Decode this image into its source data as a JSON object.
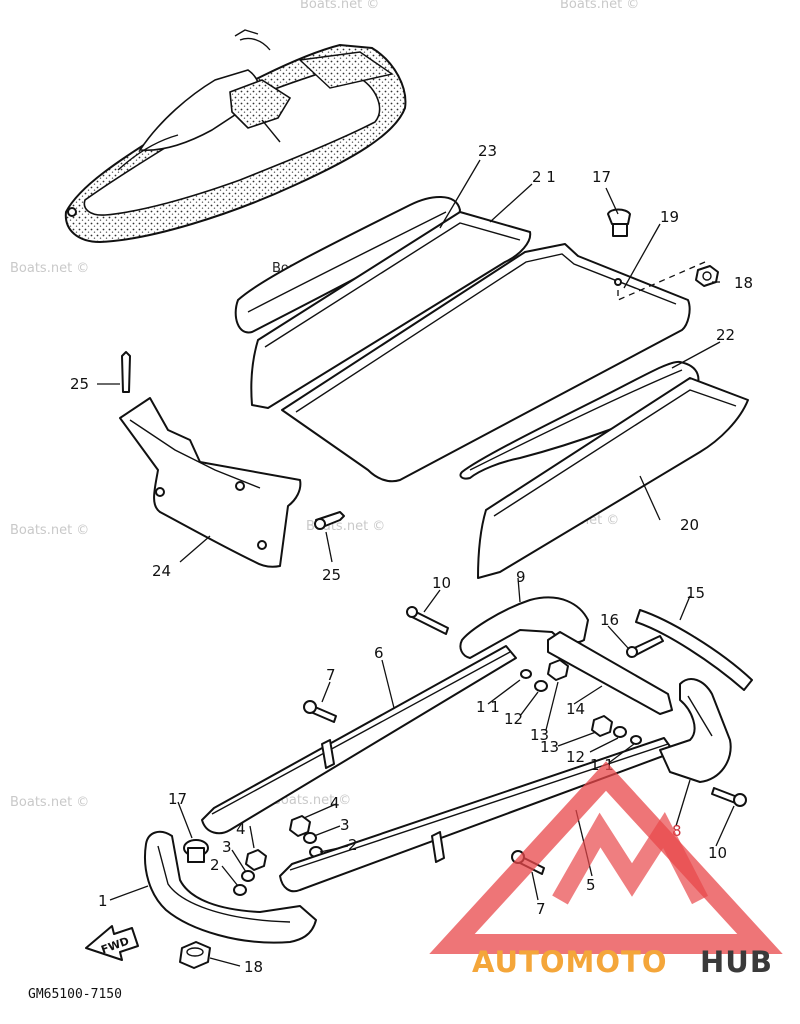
{
  "watermark": "Boats.net ©",
  "drawing_code": "GM65100-7150",
  "fwd_label": "FWD",
  "brand": {
    "part1": "AUTOMOTO",
    "part2": "HUB",
    "color1": "#f4a63a",
    "color2": "#3a3a3a",
    "logo_color": "#e8474a"
  },
  "callouts": [
    {
      "id": "c23",
      "text": "23"
    },
    {
      "id": "c21",
      "text": "2 1"
    },
    {
      "id": "c17a",
      "text": "17"
    },
    {
      "id": "c19",
      "text": "19"
    },
    {
      "id": "c18a",
      "text": "18"
    },
    {
      "id": "c22",
      "text": "22"
    },
    {
      "id": "c25a",
      "text": "25"
    },
    {
      "id": "c24",
      "text": "24"
    },
    {
      "id": "c25b",
      "text": "25"
    },
    {
      "id": "c20",
      "text": "20"
    },
    {
      "id": "c10a",
      "text": "10"
    },
    {
      "id": "c9",
      "text": "9"
    },
    {
      "id": "c15",
      "text": "15"
    },
    {
      "id": "c16",
      "text": "16"
    },
    {
      "id": "c6",
      "text": "6"
    },
    {
      "id": "c7a",
      "text": "7"
    },
    {
      "id": "c11a",
      "text": "1 1"
    },
    {
      "id": "c12a",
      "text": "12"
    },
    {
      "id": "c13a",
      "text": "13"
    },
    {
      "id": "c14",
      "text": "14"
    },
    {
      "id": "c13b",
      "text": "13"
    },
    {
      "id": "c12b",
      "text": "12"
    },
    {
      "id": "c11b",
      "text": "1 1"
    },
    {
      "id": "c17b",
      "text": "17"
    },
    {
      "id": "c4a",
      "text": "4"
    },
    {
      "id": "c4b",
      "text": "4"
    },
    {
      "id": "c3a",
      "text": "3"
    },
    {
      "id": "c3b",
      "text": "3"
    },
    {
      "id": "c2a",
      "text": "2"
    },
    {
      "id": "c2b",
      "text": "2"
    },
    {
      "id": "c8",
      "text": "8"
    },
    {
      "id": "c10b",
      "text": "10"
    },
    {
      "id": "c5",
      "text": "5"
    },
    {
      "id": "c7b",
      "text": "7"
    },
    {
      "id": "c1",
      "text": "1"
    },
    {
      "id": "c18b",
      "text": "18"
    }
  ]
}
